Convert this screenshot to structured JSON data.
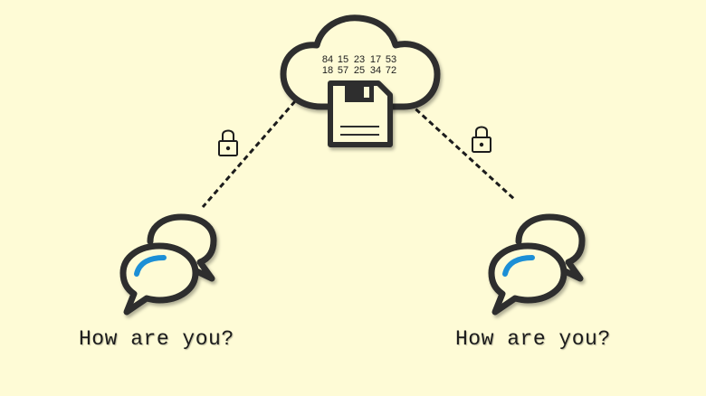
{
  "cloud": {
    "numbers_row1": [
      "84",
      "15",
      "23",
      "17",
      "53"
    ],
    "numbers_row2": [
      "18",
      "57",
      "25",
      "34",
      "72"
    ]
  },
  "left": {
    "caption": "How are you?"
  },
  "right": {
    "caption": "How are you?"
  },
  "colors": {
    "background": "#fefbd6",
    "stroke": "#2d2d2d",
    "accent": "#1f8fd6"
  },
  "icons": [
    "cloud-icon",
    "floppy-disk-icon",
    "lock-icon",
    "lock-icon",
    "chat-bubbles-icon",
    "chat-bubbles-icon"
  ]
}
